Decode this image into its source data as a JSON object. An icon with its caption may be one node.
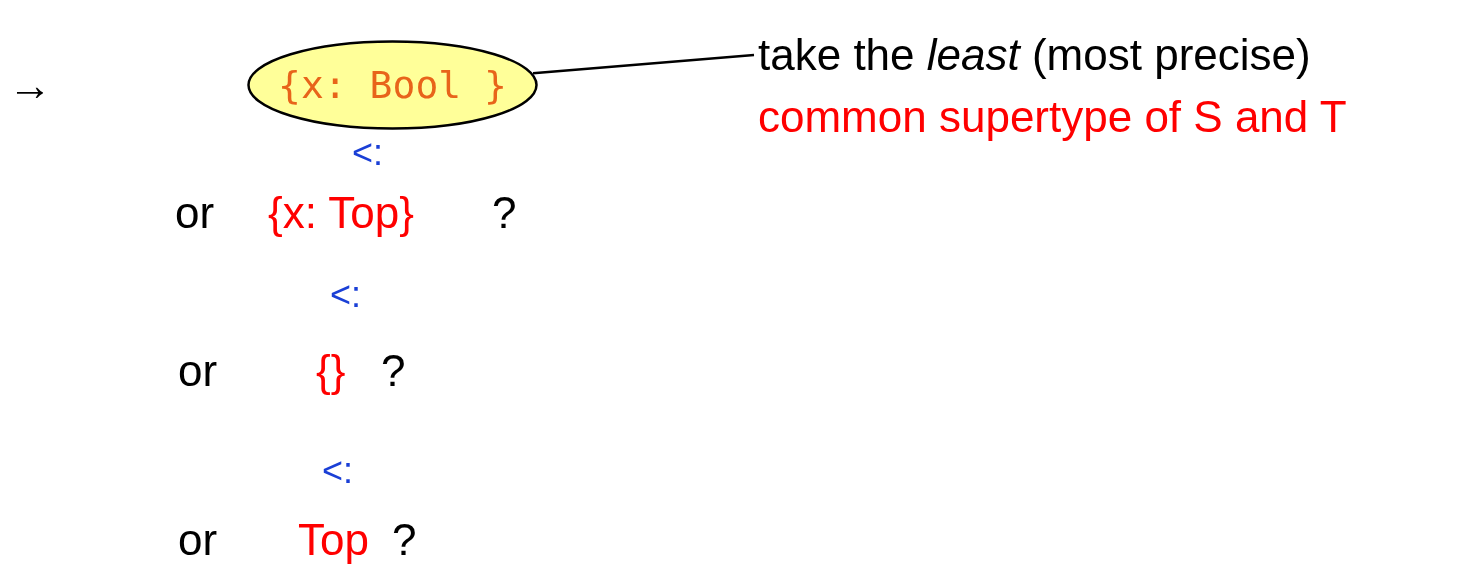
{
  "diagram": {
    "nodes": [
      {
        "text": [
          "{x: Bool }"
        ]
      },
      {
        "text": [
          "take the *least* (most precise)",
          "common supertype of S and T"
        ]
      }
    ],
    "edges": [
      {
        "from": 1,
        "to": 0,
        "arrow": "none"
      }
    ],
    "labels": [
      "→",
      "<:",
      "or",
      "{x: Top}",
      "?",
      "<:",
      "or",
      "{}",
      "?",
      "<:",
      "or",
      "Top",
      "?"
    ]
  }
}
